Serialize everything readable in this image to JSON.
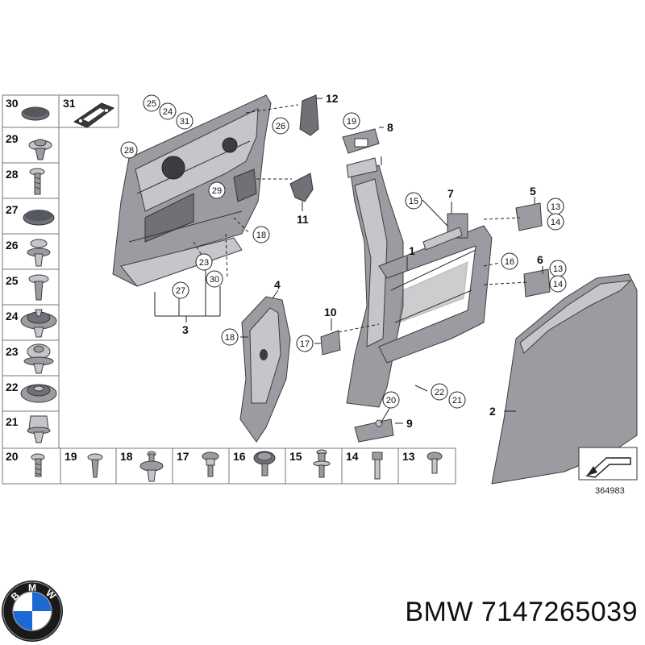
{
  "caption": "BMW 7147265039",
  "figure_number": "364983",
  "grid_left": [
    "30",
    "29",
    "28",
    "27",
    "26",
    "25",
    "24",
    "23",
    "22",
    "21",
    "20"
  ],
  "grid_top_extra": "31",
  "grid_bottom": [
    "19",
    "18",
    "17",
    "16",
    "15",
    "14",
    "13"
  ],
  "callouts": {
    "c25a": "25",
    "c24a": "24",
    "c31": "31",
    "c26a": "26",
    "c28": "28",
    "c29": "29",
    "c18a": "18",
    "c23": "23",
    "c27": "27",
    "c30": "30",
    "c19": "19",
    "c15": "15",
    "c13a": "13",
    "c14a": "14",
    "c16": "16",
    "c13b": "13",
    "c14b": "14",
    "c18b": "18",
    "c17": "17",
    "c20": "20",
    "c22": "22",
    "c21": "21"
  },
  "labels": {
    "l12": "12",
    "l8": "8",
    "l11": "11",
    "l7": "7",
    "l5": "5",
    "l1": "1",
    "l6": "6",
    "l4": "4",
    "l10": "10",
    "l3": "3",
    "l2": "2",
    "l9": "9"
  },
  "logo": {
    "brand": "BMW",
    "colors": {
      "blue": "#1c69d4",
      "ring": "#1a1a1a"
    }
  }
}
